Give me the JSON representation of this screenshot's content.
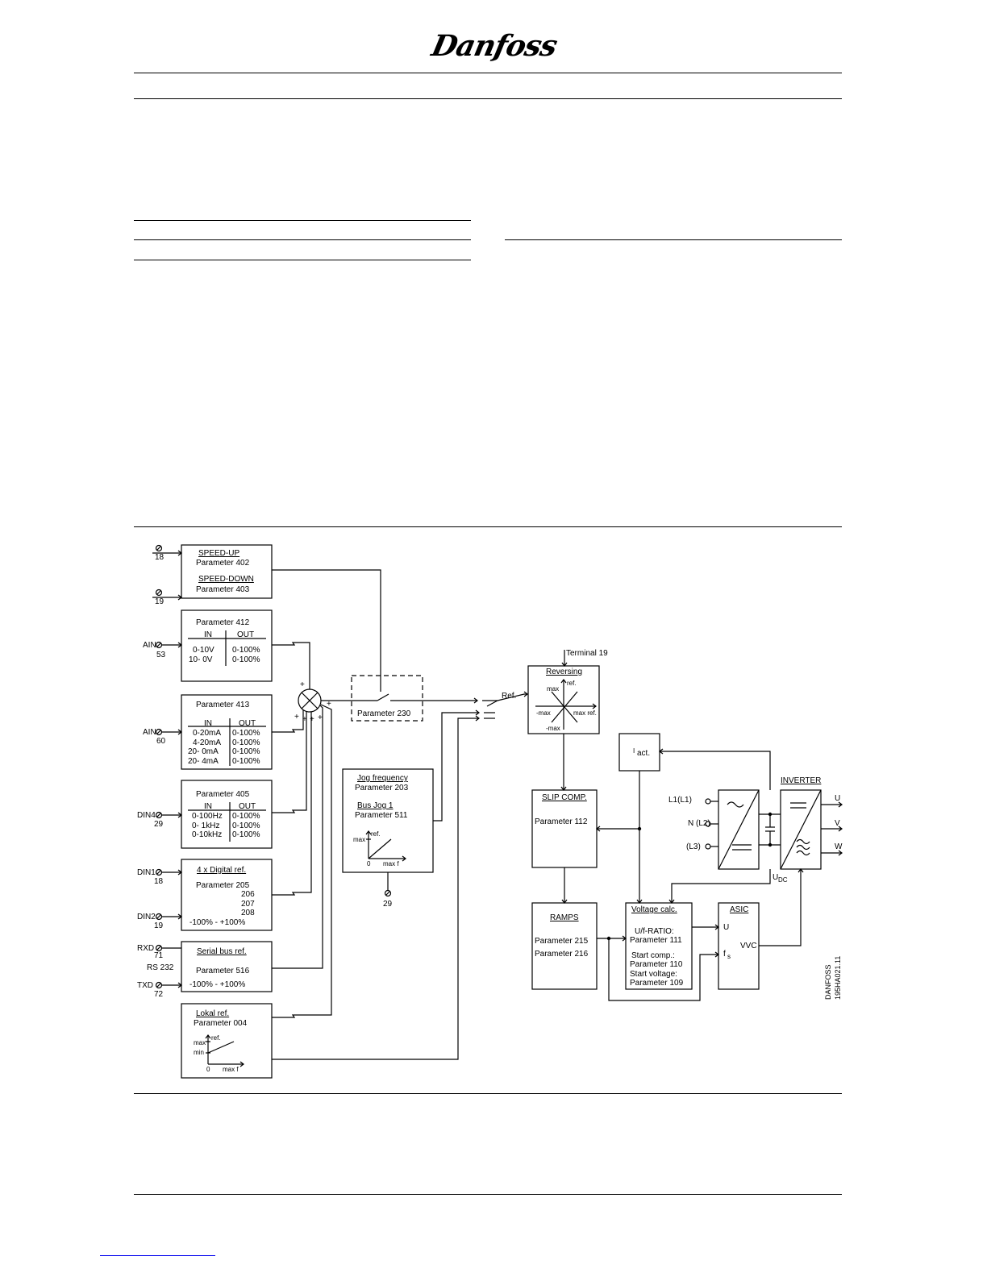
{
  "brand": {
    "logo_text": "Danfoss"
  },
  "terminals": {
    "t18": "18",
    "t19": "19",
    "ain53_label": "AIN",
    "ain53_num": "53",
    "ain60_label": "AIN",
    "ain60_num": "60",
    "din4_label": "DIN4",
    "din4_num": "29",
    "din1_label": "DIN1",
    "din1_num": "18",
    "din2_label": "DIN2",
    "din2_num": "19",
    "rxd": "RXD",
    "rxd_num": "71",
    "rs232": "RS 232",
    "txd": "TXD",
    "txd_num": "72",
    "jog_term": "29"
  },
  "blocks": {
    "speed": {
      "up_title": "SPEED-UP",
      "up_param": "Parameter 402",
      "down_title": "SPEED-DOWN",
      "down_param": "Parameter 403"
    },
    "p412": {
      "title": "Parameter 412",
      "col_in": "IN",
      "col_out": "OUT",
      "rows": [
        [
          "0-10V",
          "0-100%"
        ],
        [
          "10- 0V",
          "0-100%"
        ]
      ]
    },
    "p413": {
      "title": "Parameter 413",
      "col_in": "IN",
      "col_out": "OUT",
      "rows": [
        [
          "0-20mA",
          "0-100%"
        ],
        [
          "4-20mA",
          "0-100%"
        ],
        [
          "20- 0mA",
          "0-100%"
        ],
        [
          "20- 4mA",
          "0-100%"
        ]
      ]
    },
    "p405": {
      "title": "Parameter 405",
      "col_in": "IN",
      "col_out": "OUT",
      "rows": [
        [
          "0-100Hz",
          "0-100%"
        ],
        [
          "0- 1kHz",
          "0-100%"
        ],
        [
          "0-10kHz",
          "0-100%"
        ]
      ]
    },
    "digital": {
      "title": "4 x Digital ref.",
      "line1": "Parameter 205",
      "line2": "206",
      "line3": "207",
      "line4": "208",
      "range": "-100% - +100%"
    },
    "serial": {
      "title": "Serial bus ref.",
      "param": "Parameter 516",
      "range": "-100% -   +100%"
    },
    "lokal": {
      "title": "Lokal ref.",
      "param": "Parameter 004",
      "g_ref": "ref.",
      "g_max": "max",
      "g_min": "min",
      "g_zero": "0",
      "g_maxf": "max  f"
    },
    "p230": {
      "label": "Parameter 230"
    },
    "jog": {
      "title": "Jog frequency",
      "param1": "Parameter 203",
      "title2": "Bus Jog 1",
      "param2": "Parameter 511",
      "g_ref": "ref.",
      "g_max": "max",
      "g_zero": "0",
      "g_maxf": "max  f"
    },
    "reversing": {
      "terminal": "Terminal 19",
      "title": "Reversing",
      "ref_in": "Ref.",
      "g_max": "max",
      "g_ref": "ref.",
      "g_negmax": "-max",
      "g_maxref": "max ref.",
      "g_negmax2": "-max"
    },
    "iact": {
      "label": "I",
      "sub": "act."
    },
    "slip": {
      "title": "SLIP COMP.",
      "param": "Parameter 112"
    },
    "ramps": {
      "title": "RAMPS",
      "param1": "Parameter 215",
      "param2": "Parameter 216"
    },
    "voltage": {
      "title": "Voltage calc.",
      "l1": "U/f-RATIO:",
      "l2": "Parameter 111",
      "l3": "Start comp.:",
      "l4": "Parameter 110",
      "l5": "Start voltage:",
      "l6": "Parameter 109"
    },
    "asic": {
      "title": "ASIC",
      "u": "U",
      "fs": "f",
      "fs_sub": "s",
      "vvc": "VVC"
    },
    "inverter": {
      "title": "INVERTER",
      "out_u": "U",
      "out_v": "V",
      "out_w": "W",
      "udc": "U",
      "udc_sub": "DC"
    },
    "mains": {
      "l1": "L1(L1)",
      "n": "N (L2)",
      "l3": "(L3)"
    }
  },
  "stamp": {
    "line1": "DANFOSS",
    "line2": "195HA021.11"
  },
  "signs": {
    "plus": "+"
  }
}
